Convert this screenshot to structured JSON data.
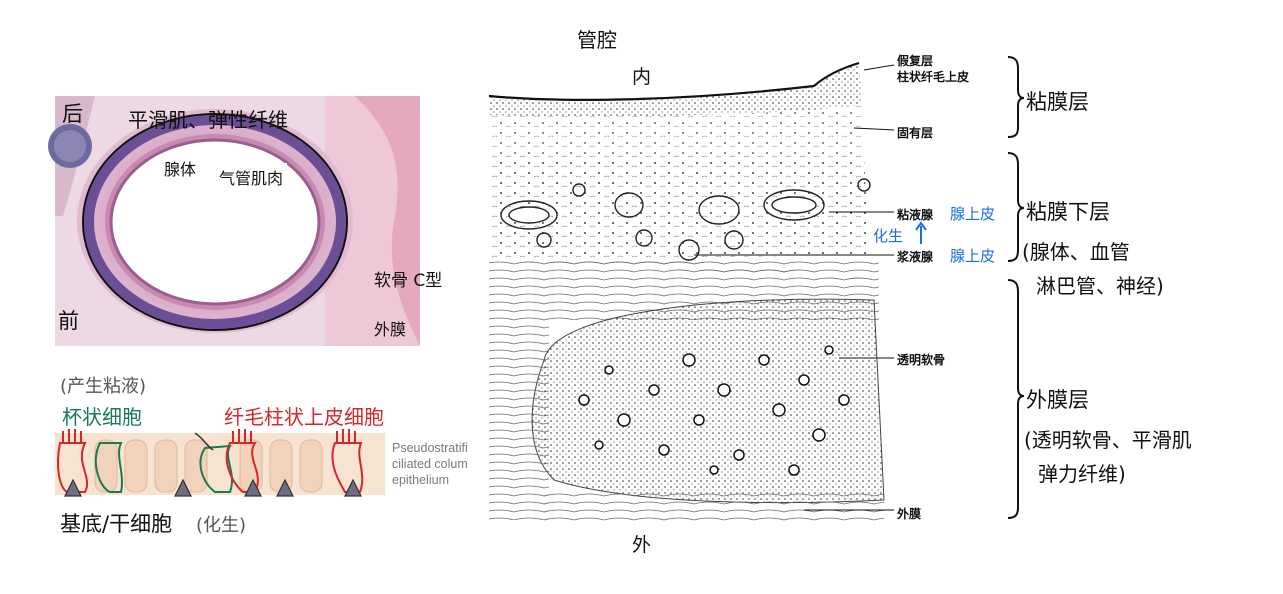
{
  "histology": {
    "posterior": "后",
    "anterior": "前",
    "smooth_muscle_elastic": "平滑肌、弹性纤维",
    "gland": "腺体",
    "trachealis": "气管肌肉",
    "cartilage": "软骨 C型",
    "adventitia": "外膜"
  },
  "epithelium": {
    "mucus_note": "(产生粘液)",
    "goblet": "杯状细胞",
    "ciliated": "纤毛柱状上皮细胞",
    "pseudo_text": [
      "Pseudostratifi",
      "ciliated colum",
      "epithelium"
    ],
    "basal": "基底/干细胞",
    "basal_note": "(化生)"
  },
  "diagram": {
    "lumen": "管腔",
    "inner": "内",
    "outer": "外",
    "pseudostratified": "假复层",
    "ciliated_columnar": "柱状纤毛上皮",
    "lamina_propria": "固有层",
    "mucous_gland": "粘液腺",
    "serous_gland": "浆液腺",
    "hyaline_cartilage": "透明软骨",
    "adventitia_label": "外膜",
    "gland_epithelium_1": "腺上皮",
    "metaplasia": "化生",
    "gland_epithelium_2": "腺上皮"
  },
  "layers": {
    "mucosa": "粘膜层",
    "submucosa": "粘膜下层",
    "submucosa_detail_1": "(腺体、血管",
    "submucosa_detail_2": "淋巴管、神经)",
    "adventitia_layer": "外膜层",
    "adventitia_detail_1": "(透明软骨、平滑肌",
    "adventitia_detail_2": "弹力纤维)"
  },
  "colors": {
    "ciliated_red": "#d8262a",
    "goblet_green": "#1a7a54",
    "metaplasia_blue": "#1a6fe0"
  }
}
